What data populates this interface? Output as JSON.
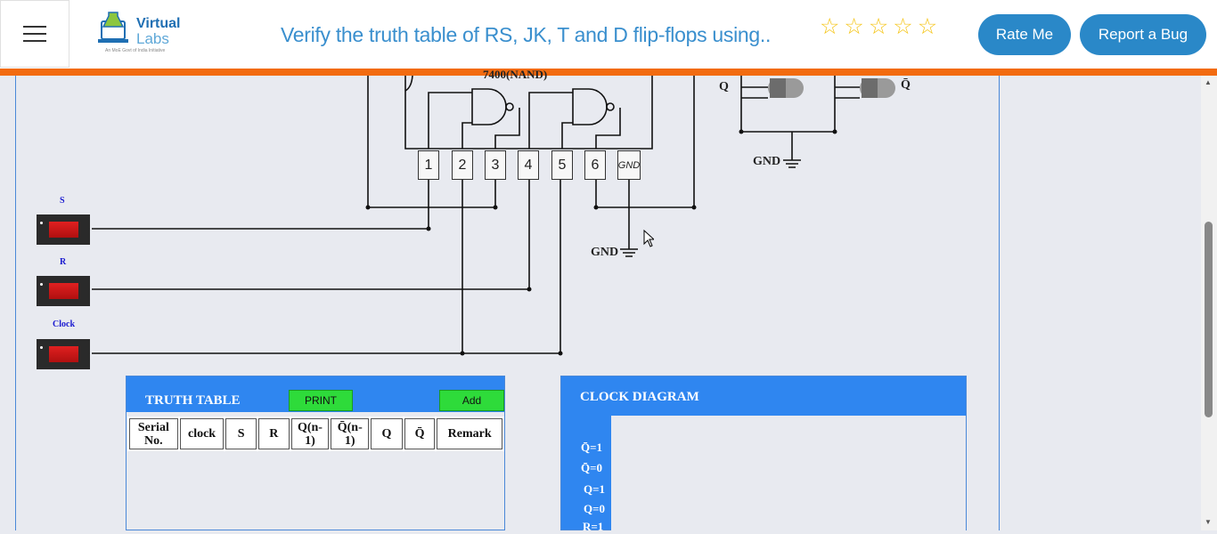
{
  "header": {
    "menu_icon": "hamburger-menu-icon",
    "logo": {
      "line1": "Virtual",
      "line2": "Labs",
      "tagline": "An MoE Govt of India Initiative"
    },
    "title": "Verify the truth table of RS, JK, T and D flip-flops using..",
    "stars": [
      "☆",
      "☆",
      "☆",
      "☆",
      "☆"
    ],
    "rate_label": "Rate Me",
    "bug_label": "Report a Bug"
  },
  "colors": {
    "accent": "#2a88c8",
    "orange_bar": "#f26b0f",
    "panel_blue": "#2f86f0",
    "green": "#2edb3a"
  },
  "circuit": {
    "ic_label": "7400(NAND)",
    "pins": [
      "1",
      "2",
      "3",
      "4",
      "5",
      "6",
      "GND"
    ],
    "gnd_label": "GND",
    "gnd_label_2": "GND",
    "q_label": "Q",
    "qbar_label": "Q̄",
    "switches": [
      {
        "label": "S"
      },
      {
        "label": "R"
      },
      {
        "label": "Clock"
      }
    ]
  },
  "truth_table": {
    "title": "TRUTH TABLE",
    "print_label": "PRINT",
    "add_label": "Add",
    "headers": [
      "Serial No.",
      "clock",
      "S",
      "R",
      "Q(n-1)",
      "Q̄(n-1)",
      "Q",
      "Q̄",
      "Remark"
    ]
  },
  "clock_diagram": {
    "title": "CLOCK DIAGRAM",
    "labels": [
      "Q̄=1",
      "Q̄=0",
      "Q=1",
      "Q=0",
      "R=1"
    ]
  },
  "scrollbar": {
    "up": "▲",
    "down": "▼"
  }
}
